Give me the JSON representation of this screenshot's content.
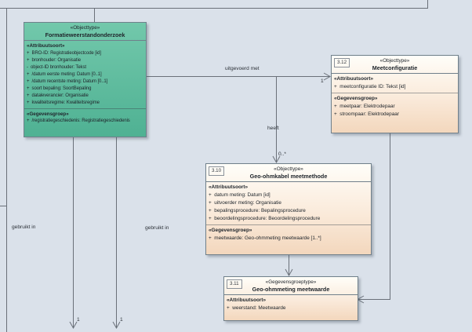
{
  "colors": {
    "background": "#dae1ea",
    "objecttype_fill": "#56b99a",
    "type_fill": "#f3d7bd",
    "connector": "#6a7079"
  },
  "edges": {
    "uitgevoerd_met": "uitgevoerd met",
    "heeft": "heeft",
    "mult_one": "1",
    "mult_zero_many": "0..*",
    "gebruikt_in": "gebruikt in"
  },
  "classes": {
    "formatie": {
      "stereotype": "«Objecttype»",
      "name": "Formatieweerstandonderzoek",
      "attr_header": "«Attribuutsoort»",
      "attrs": [
        "+  BRO-ID: Registratieobjectcode [id]",
        "+  bronhouder: Organisatie",
        "-  object-ID bronhouder: Tekst",
        "+  /datum eerste meting: Datum [0..1]",
        "+  /datum recentste meting: Datum [0..1]",
        "+  soort bepaling: SoortBepaling",
        "+  dataleverancier: Organisatie",
        "+  kwaliteitsregime: Kwaliteitsregime"
      ],
      "group_header": "«Gegevensgroep»",
      "groups": [
        "+  /registratiegeschiedenis: Registratiegeschiedenis"
      ]
    },
    "meetconfiguratie": {
      "number": "3.12",
      "stereotype": "«Objecttype»",
      "name": "Meetconfiguratie",
      "attr_header": "«Attribuutsoort»",
      "attrs": [
        "+  meetconfiguratie ID: Tekst [id]"
      ],
      "group_header": "«Gegevensgroep»",
      "groups": [
        "+  meetpaar: Elektrodepaar",
        "+  stroompaar: Elektrodepaar"
      ]
    },
    "geo_ohmkabel": {
      "number": "3.10",
      "stereotype": "«Objecttype»",
      "name": "Geo-ohmkabel meetmethode",
      "attr_header": "«Attribuutsoort»",
      "attrs": [
        "+  datum meting: Datum [id]",
        "+  uitvoerder meting: Organisatie",
        "+  bepalingsprocedure: Bepalingsprocedure",
        "+  beoordelingsprocedure: Beoordelingsprocedure"
      ],
      "group_header": "«Gegevensgroep»",
      "groups": [
        "+  meetwaarde: Geo-ohmmeting meetwaarde [1..*]"
      ]
    },
    "geo_ohmmeting": {
      "number": "3.11",
      "stereotype": "«Gegevensgroeptype»",
      "name": "Geo-ohmmeting meetwaarde",
      "attr_header": "«Attribuutsoort»",
      "attrs": [
        "+  weerstand: Meetwaarde"
      ]
    }
  }
}
